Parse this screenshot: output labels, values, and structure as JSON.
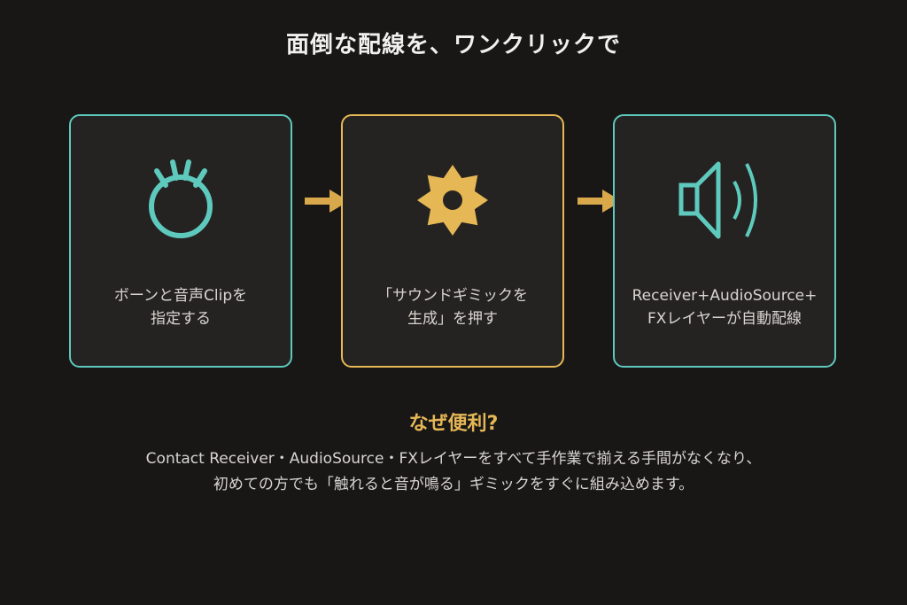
{
  "title": "面倒な配線を、ワンクリックで",
  "steps": [
    {
      "icon": "bone-ring-icon",
      "line1": "ボーンと音声Clipを",
      "line2": "指定する",
      "accent": "#5ec9bd"
    },
    {
      "icon": "gear-icon",
      "line1": "「サウンドギミックを",
      "line2": "生成」を押す",
      "accent": "#e6b755"
    },
    {
      "icon": "speaker-icon",
      "line1": "Receiver+AudioSource+",
      "line2": "FXレイヤーが自動配線",
      "accent": "#5ec9bd"
    }
  ],
  "arrow_color": "#d9a84a",
  "why": {
    "heading": "なぜ便利?",
    "line1": "Contact Receiver・AudioSource・FXレイヤーをすべて手作業で揃える手間がなくなり、",
    "line2": "初めての方でも「触れると音が鳴る」ギミックをすぐに組み込めます。"
  }
}
